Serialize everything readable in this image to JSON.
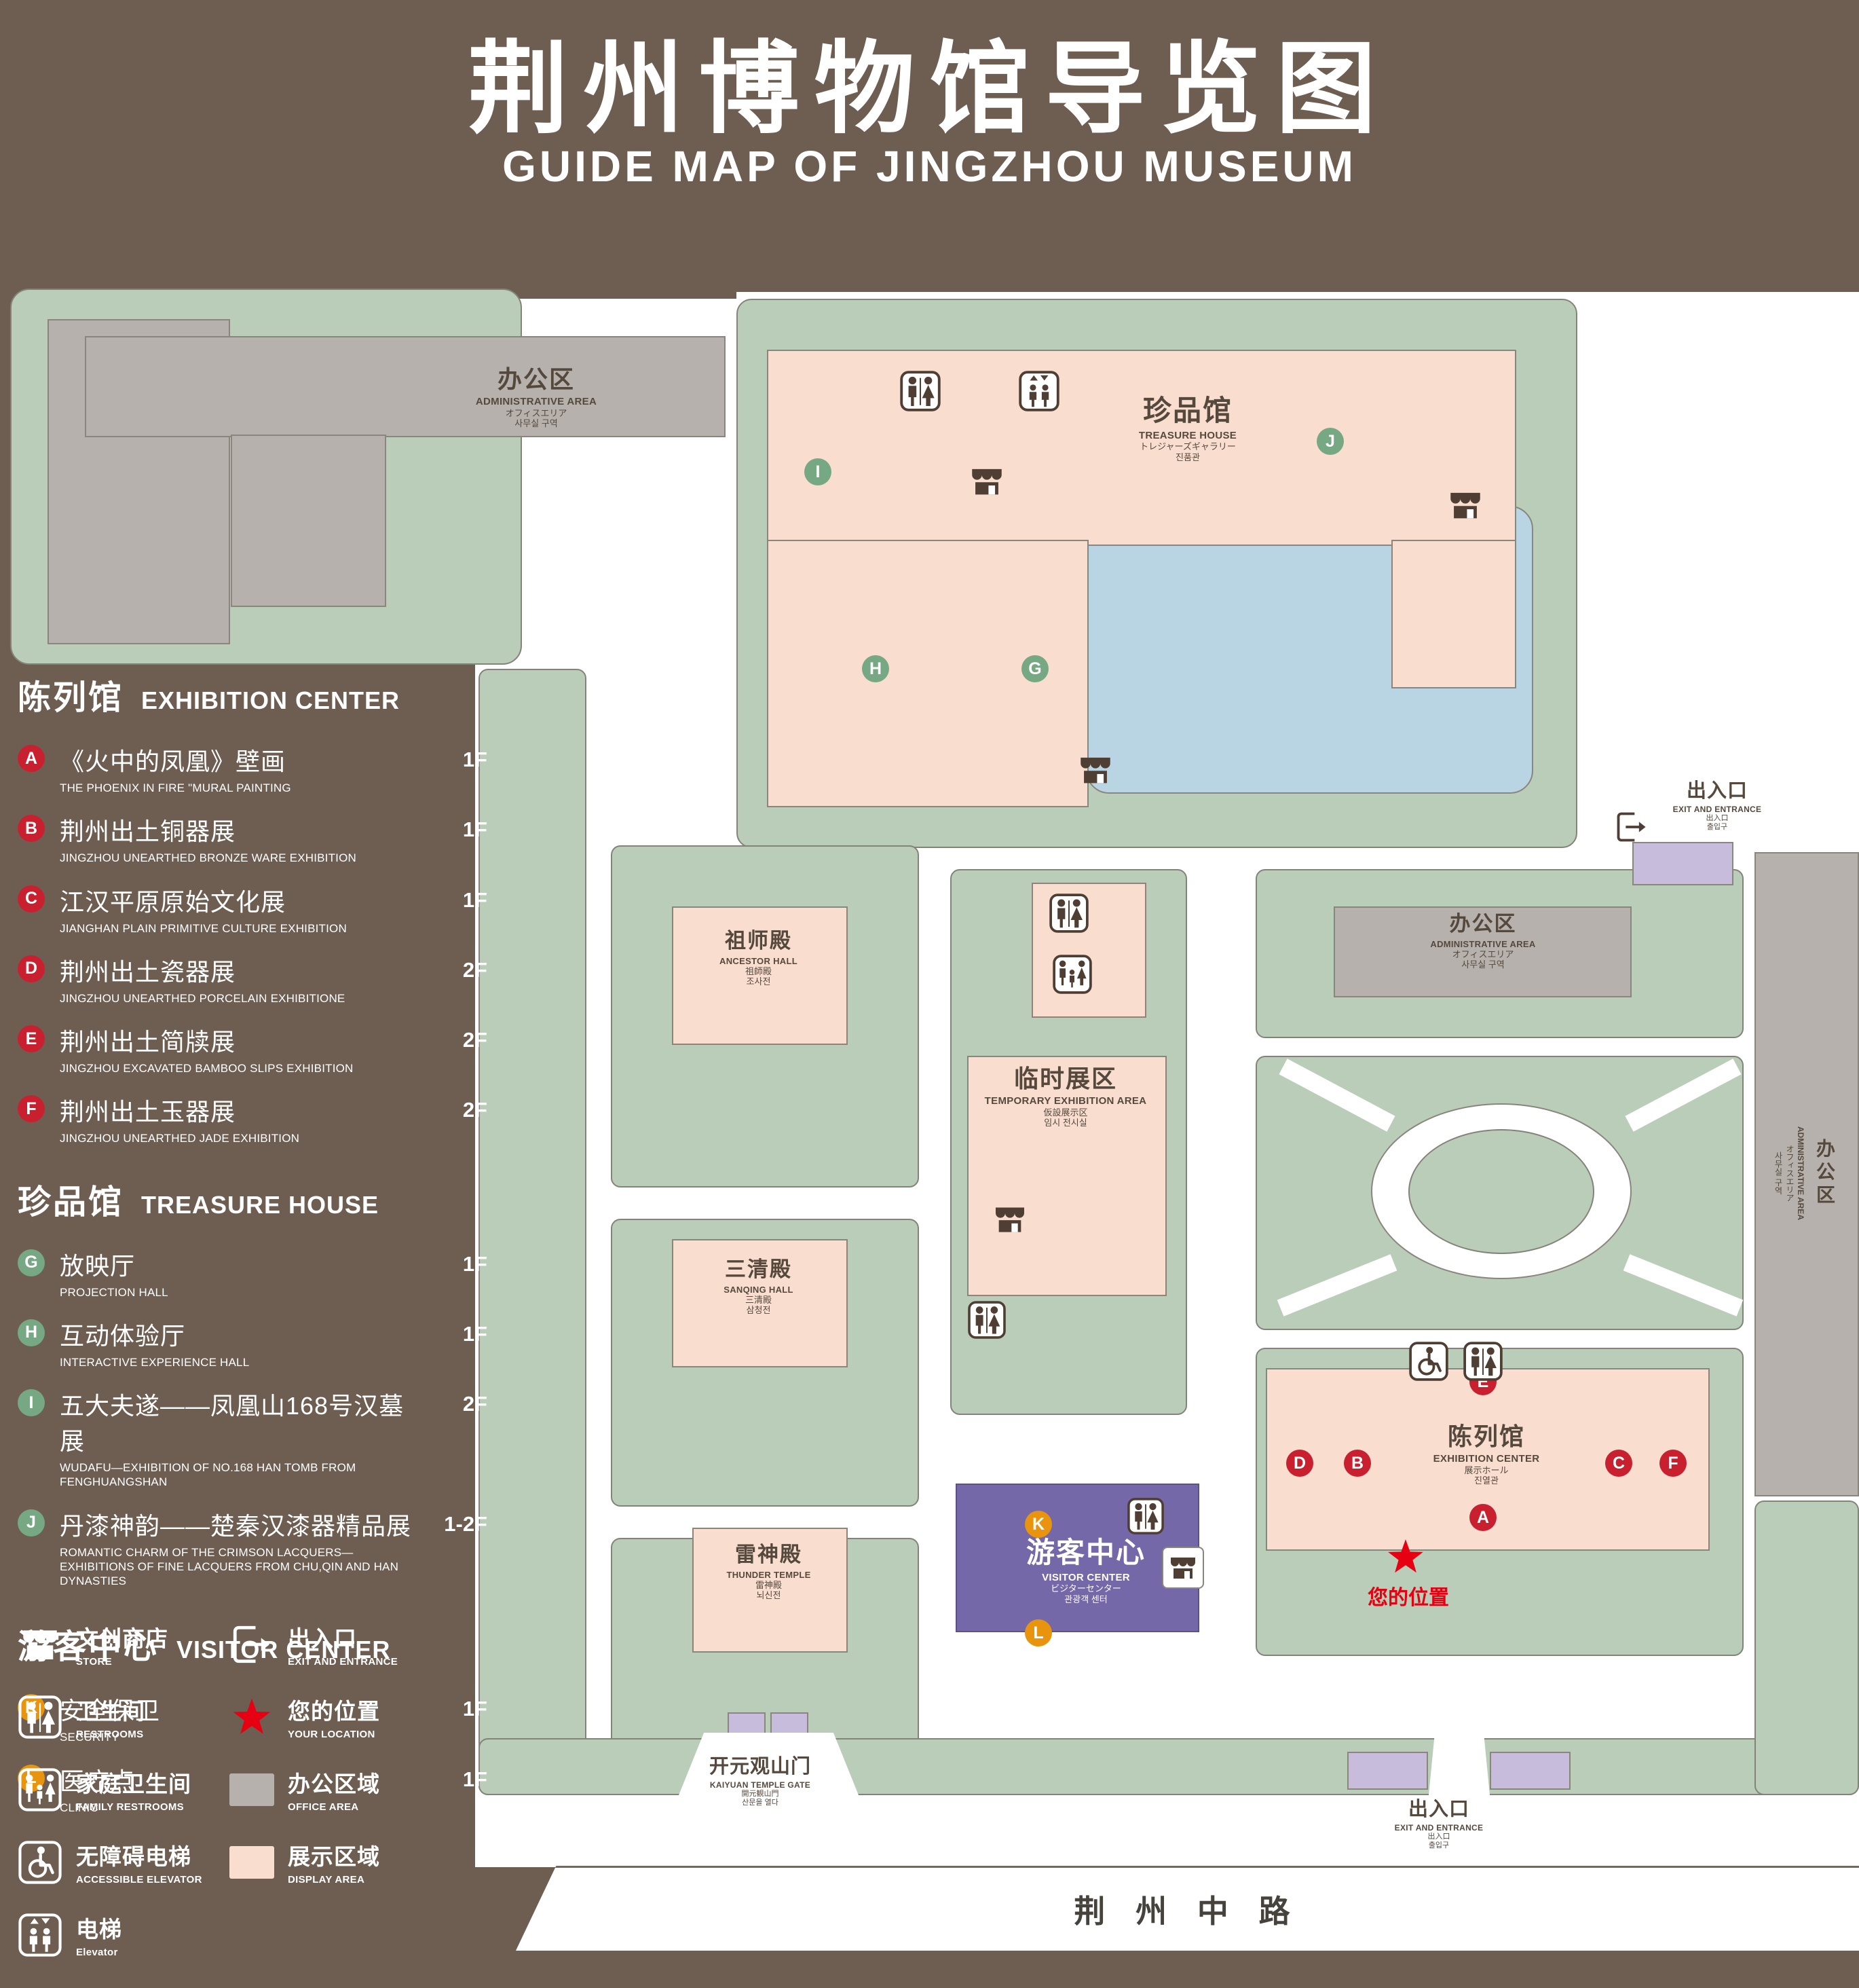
{
  "header": {
    "title_zh": "荆州博物馆导览图",
    "title_en": "GUIDE MAP OF JINGZHOU MUSEUM"
  },
  "sidebar": {
    "sections": [
      {
        "zh": "陈列馆",
        "en": "EXHIBITION CENTER",
        "items": [
          {
            "letter": "A",
            "zh": "《火中的凤凰》壁画",
            "en": "THE PHOENIX IN FIRE \"MURAL PAINTING",
            "floor": "1F"
          },
          {
            "letter": "B",
            "zh": "荆州出土铜器展",
            "en": "JINGZHOU UNEARTHED BRONZE WARE EXHIBITION",
            "floor": "1F"
          },
          {
            "letter": "C",
            "zh": "江汉平原原始文化展",
            "en": "JIANGHAN PLAIN PRIMITIVE CULTURE EXHIBITION",
            "floor": "1F"
          },
          {
            "letter": "D",
            "zh": "荆州出土瓷器展",
            "en": "JINGZHOU UNEARTHED PORCELAIN EXHIBITIONE",
            "floor": "2F"
          },
          {
            "letter": "E",
            "zh": "荆州出土简牍展",
            "en": "JINGZHOU EXCAVATED BAMBOO SLIPS EXHIBITION",
            "floor": "2F"
          },
          {
            "letter": "F",
            "zh": "荆州出土玉器展",
            "en": "JINGZHOU UNEARTHED JADE EXHIBITION",
            "floor": "2F"
          }
        ]
      },
      {
        "zh": "珍品馆",
        "en": "TREASURE HOUSE",
        "items": [
          {
            "letter": "G",
            "zh": "放映厅",
            "en": "PROJECTION HALL",
            "floor": "1F"
          },
          {
            "letter": "H",
            "zh": "互动体验厅",
            "en": "INTERACTIVE EXPERIENCE HALL",
            "floor": "1F"
          },
          {
            "letter": "I",
            "zh": "五大夫遂——凤凰山168号汉墓展",
            "en": "WUDAFU—EXHIBITION OF NO.168 HAN TOMB FROM FENGHUANGSHAN",
            "floor": "2F"
          },
          {
            "letter": "J",
            "zh": "丹漆神韵——楚秦汉漆器精品展",
            "en": "ROMANTIC CHARM OF THE CRIMSON LACQUERS—EXHIBITIONS OF FINE LACQUERS FROM CHU,QIN AND HAN DYNASTIES",
            "floor": "1-2F"
          }
        ]
      },
      {
        "zh": "游客中心",
        "en": "VISITOR CENTER",
        "items": [
          {
            "letter": "K",
            "zh": "安全保卫",
            "en": "SECURITY",
            "floor": "1F"
          },
          {
            "letter": "L",
            "zh": "医疗点",
            "en": "CLINIC",
            "floor": "1F"
          }
        ]
      }
    ],
    "legend": [
      {
        "icon": "store-icon",
        "zh": "文创商店",
        "en": "STORE"
      },
      {
        "icon": "exit-icon",
        "zh": "出入口",
        "en": "EXIT AND ENTRANCE"
      },
      {
        "icon": "restroom-icon",
        "zh": "卫生间",
        "en": "RESTROOMS"
      },
      {
        "icon": "location-star-icon",
        "zh": "您的位置",
        "en": "YOUR LOCATION"
      },
      {
        "icon": "family-restroom-icon",
        "zh": "家庭卫生间",
        "en": "FAMILY RESTROOMS"
      },
      {
        "icon": "office-area-swatch",
        "zh": "办公区域",
        "en": "OFFICE AREA"
      },
      {
        "icon": "accessible-elevator-icon",
        "zh": "无障碍电梯",
        "en": "ACCESSIBLE ELEVATOR"
      },
      {
        "icon": "display-area-swatch",
        "zh": "展示区域",
        "en": "DISPLAY AREA"
      },
      {
        "icon": "elevator-icon",
        "zh": "电梯",
        "en": "Elevator"
      }
    ]
  },
  "map": {
    "labels": {
      "admin_top": {
        "zh": "办公区",
        "en": "ADMINISTRATIVE AREA",
        "ja": "オフィスエリア",
        "ko": "사무실 구역"
      },
      "treasure": {
        "zh": "珍品馆",
        "en": "TREASURE HOUSE",
        "ja": "トレジャーズギャラリー",
        "ko": "진품관"
      },
      "exit_tr": {
        "zh": "出入口",
        "en": "EXIT AND ENTRANCE",
        "ja": "出入口",
        "ko": "출입구"
      },
      "admin_right": {
        "zh": "办公区",
        "en": "ADMINISTRATIVE AREA",
        "ja": "オフィスエリア",
        "ko": "사무실 구역"
      },
      "ancestor": {
        "zh": "祖师殿",
        "en": "ANCESTOR HALL",
        "ja": "祖師殿",
        "ko": "조사전"
      },
      "temporary": {
        "zh": "临时展区",
        "en": "TEMPORARY EXHIBITION AREA",
        "ja": "仮設展示区",
        "ko": "임시 전시실"
      },
      "sanqing": {
        "zh": "三清殿",
        "en": "SANQING HALL",
        "ja": "三清殿",
        "ko": "삼청전"
      },
      "thunder": {
        "zh": "雷神殿",
        "en": "THUNDER TEMPLE",
        "ja": "雷神殿",
        "ko": "뇌신전"
      },
      "visitor": {
        "zh": "游客中心",
        "en": "VISITOR CENTER",
        "ja": "ビジターセンター",
        "ko": "관광객 센터"
      },
      "exhibition": {
        "zh": "陈列馆",
        "en": "EXHIBITION CENTER",
        "ja": "展示ホール",
        "ko": "진열관"
      },
      "kaiyuan": {
        "zh": "开元观山门",
        "en": "KAIYUAN TEMPLE GATE",
        "ja": "開元観山門",
        "ko": "산문을 열다"
      },
      "exit_bottom": {
        "zh": "出入口",
        "en": "EXIT AND ENTRANCE",
        "ja": "出入口",
        "ko": "출입구"
      },
      "admin_far_right": {
        "zh": "办公区",
        "en": "ADMINISTRATIVE AREA",
        "ja": "オフィスエリア",
        "ko": "사무실 구역"
      }
    },
    "markers": {
      "A": "A",
      "B": "B",
      "C": "C",
      "D": "D",
      "E": "E",
      "F": "F",
      "G": "G",
      "H": "H",
      "I": "I",
      "J": "J",
      "K": "K",
      "L": "L"
    },
    "your_location": "您的位置",
    "road": "荆 州 中 路"
  },
  "colors": {
    "background": "#6e5e52",
    "green_area": "#b9cdb9",
    "display_area": "#f9ded0",
    "office_area": "#b6b1ac",
    "pond": "#b9d4e3",
    "visitor_center": "#7568a8",
    "entrance_block": "#c8bcdc",
    "badge_red": "#c8202f",
    "badge_green": "#76a883",
    "badge_orange": "#e8940f",
    "location_red": "#e60012"
  }
}
